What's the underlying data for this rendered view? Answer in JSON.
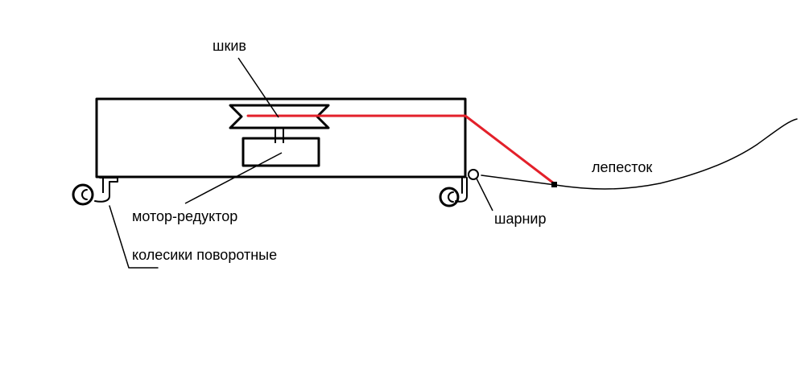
{
  "labels": {
    "pulley": "шкив",
    "gearmotor": "мотор-редуктор",
    "casters": "колесики поворотные",
    "hinge": "шарнир",
    "petal": "лепесток"
  },
  "colors": {
    "ink": "#000000",
    "cable": "#e3202a",
    "background": "#ffffff"
  }
}
